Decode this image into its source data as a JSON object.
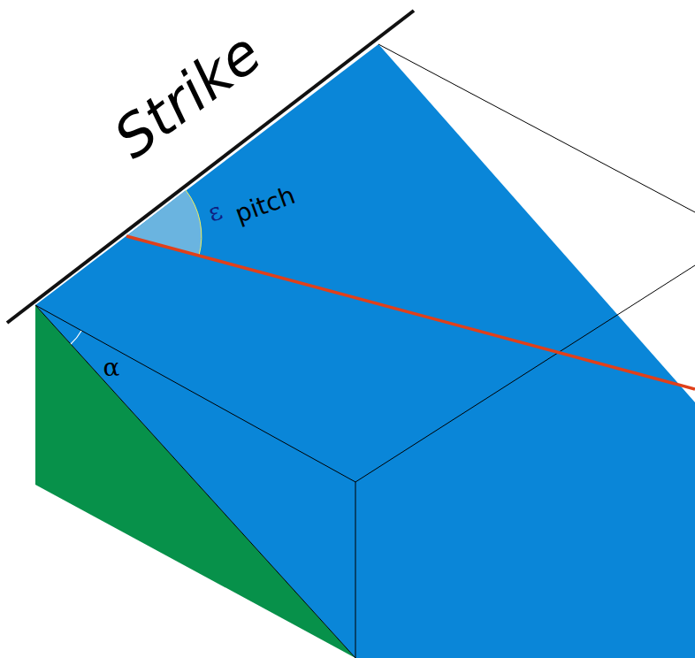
{
  "diagram": {
    "labels": [
      "Strike",
      "ε",
      "pitch",
      "α"
    ]
  }
}
